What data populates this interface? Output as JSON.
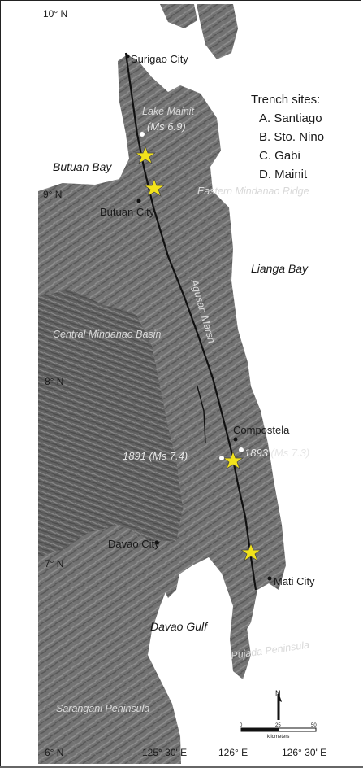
{
  "map": {
    "coordinates": {
      "lat_10": "10° N",
      "lat_9": "9° N",
      "lat_8": "8° N",
      "lat_7": "7° N",
      "lat_6": "6° N",
      "lon_126": "126° E",
      "lon_126_30": "126° 30' E",
      "lon_125_30": "125° 30' E"
    },
    "cities": {
      "surigao": "Surigao City",
      "butuan": "Butuan City",
      "davao": "Davao City",
      "mati": "Mati City",
      "compostela": "Compostela"
    },
    "water_bodies": {
      "butuan_bay": "Butuan Bay",
      "lianga_bay": "Lianga Bay",
      "davao_gulf": "Davao Gulf",
      "lake_mainit": "Lake Mainit"
    },
    "regions": {
      "eastern_mindanao": "Eastern Mindanao Ridge",
      "central_mindanao": "Central Mindanao Basin",
      "agusan_marsh": "Agusan Marsh",
      "pujada": "Pujada Peninsula",
      "sarangani": "Sarangani Peninsula"
    },
    "earthquakes": {
      "q1879": "(Ms 6.9)",
      "q1891": "1891 (Ms 7.4)",
      "q1893": "1893 (Ms 7.3)"
    },
    "legend": {
      "title": "Trench sites:",
      "items": [
        "A. Santiago",
        "B. Sto. Nino",
        "C. Gabi",
        "D. Mainit"
      ]
    },
    "scale": {
      "labels": [
        "0",
        "25",
        "50"
      ],
      "unit": "kilometers"
    },
    "north_label": "N",
    "colors": {
      "trench_star": "#f2e21b",
      "land_shade": "#6b6b6b",
      "sea": "#ffffff",
      "fault_line": "#111111"
    }
  }
}
